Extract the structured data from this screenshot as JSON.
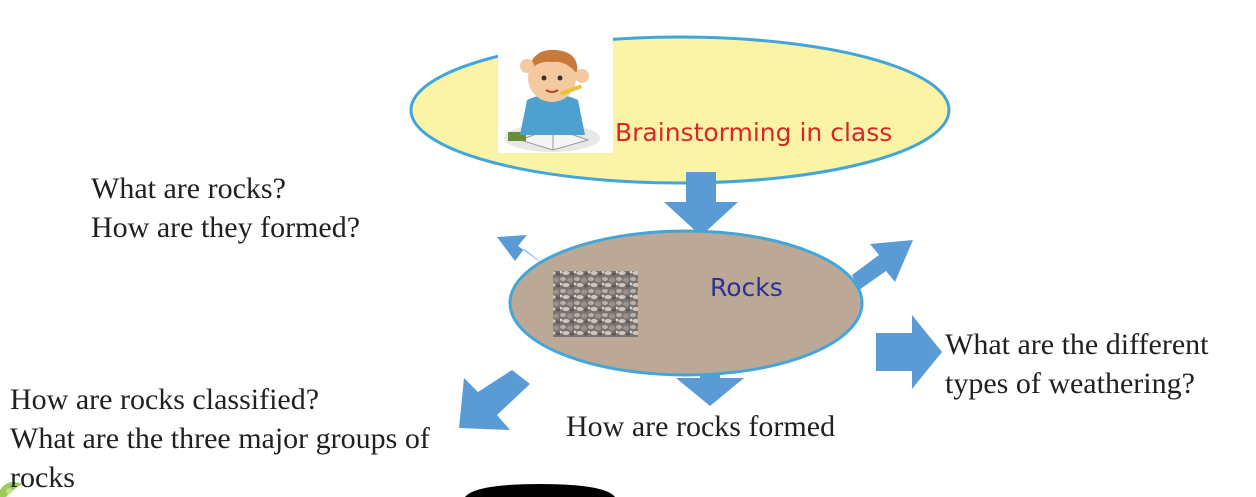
{
  "diagram": {
    "top_node": {
      "label": "Brainstorming in class",
      "image": "boy-thinking-with-book-illustration"
    },
    "center_node": {
      "label": "Rocks",
      "image": "gravel-pebbles-photo"
    },
    "questions": {
      "top_left": [
        "What are rocks?",
        "How are they formed?"
      ],
      "right": [
        "What are the different",
        "types of weathering?"
      ],
      "bottom": [
        "How are rocks formed"
      ],
      "bottom_left": [
        "How are rocks classified?",
        "What are the three major groups of",
        "rocks"
      ]
    },
    "colors": {
      "top_ellipse_fill": "#fbf3a6",
      "center_ellipse_fill": "#bba896",
      "ellipse_stroke": "#43a6d8",
      "arrow_fill": "#5b9bd5"
    }
  }
}
